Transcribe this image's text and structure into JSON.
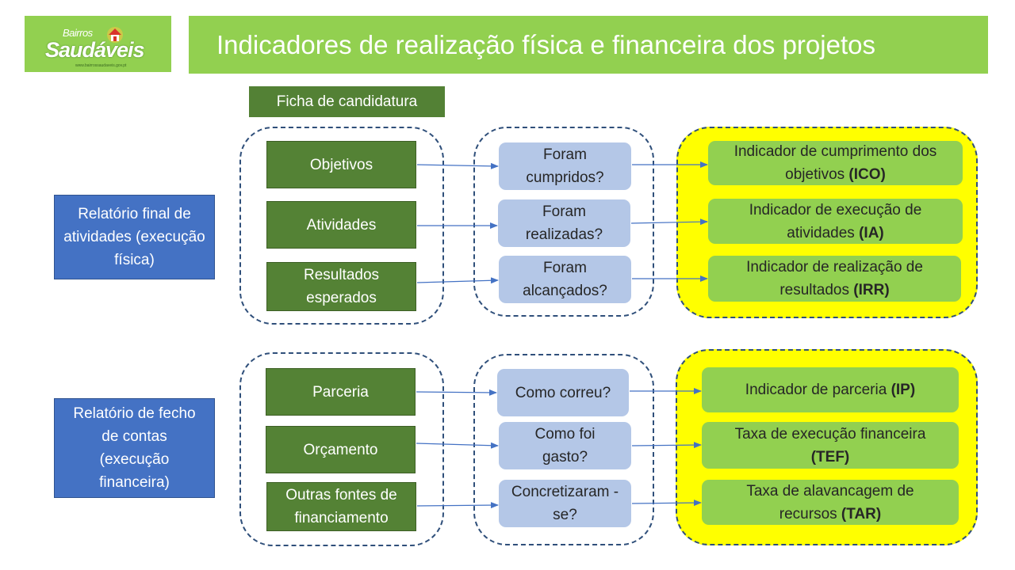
{
  "logo": {
    "small": "Bairros",
    "main": "Saudáveis",
    "url": "www.bairrossaudaveis.gov.pt"
  },
  "title": "Indicadores de realização física e financeira dos projetos",
  "ficha": "Ficha de candidatura",
  "section1": {
    "source": "Relatório final de atividades (execução física)",
    "items": [
      {
        "item": "Objetivos",
        "question": "Foram cumpridos?",
        "indicator": "Indicador de cumprimento dos objetivos",
        "code": "(ICO)"
      },
      {
        "item": "Atividades",
        "question": "Foram realizadas?",
        "indicator": "Indicador de execução de atividades",
        "code": "(IA)"
      },
      {
        "item": "Resultados esperados",
        "question": "Foram alcançados?",
        "indicator": "Indicador de realização de resultados",
        "code": "(IRR)"
      }
    ]
  },
  "section2": {
    "source": "Relatório de fecho de contas (execução financeira)",
    "items": [
      {
        "item": "Parceria",
        "question": "Como correu?",
        "indicator": "Indicador de parceria",
        "code": "(IP)"
      },
      {
        "item": "Orçamento",
        "question": "Como foi gasto?",
        "indicator": "Taxa de execução financeira",
        "code": "(TEF)"
      },
      {
        "item": "Outras fontes de financiamento",
        "question": "Concretizaram -se?",
        "indicator": "Taxa de alavancagem de recursos",
        "code": "(TAR)"
      }
    ]
  },
  "colors": {
    "light_green": "#92d050",
    "dark_green": "#548235",
    "question_blue": "#b4c7e7",
    "source_blue": "#4472c4",
    "highlight_yellow": "#ffff00",
    "arrow": "#4472c4"
  }
}
